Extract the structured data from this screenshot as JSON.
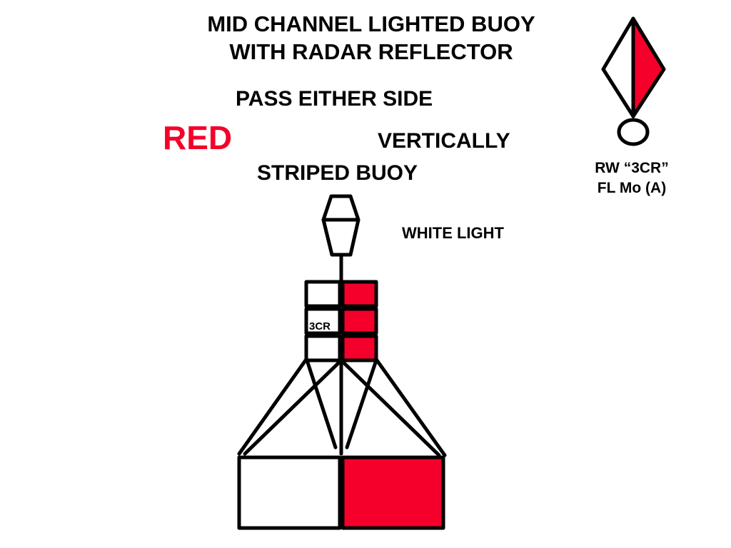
{
  "title": {
    "line1": "MID CHANNEL LIGHTED BUOY",
    "line2": "WITH RADAR REFLECTOR"
  },
  "pass_either_side": "PASS EITHER SIDE",
  "red_word": "RED",
  "vertically": "VERTICALLY",
  "striped_buoy": "STRIPED BUOY",
  "white_light": "WHITE  LIGHT",
  "buoy_number": "3CR",
  "chart_symbol": {
    "line1": "RW “3CR”",
    "line2": "FL Mo (A)"
  },
  "colors": {
    "red": "#f5002a",
    "white": "#ffffff",
    "outline": "#000000"
  }
}
